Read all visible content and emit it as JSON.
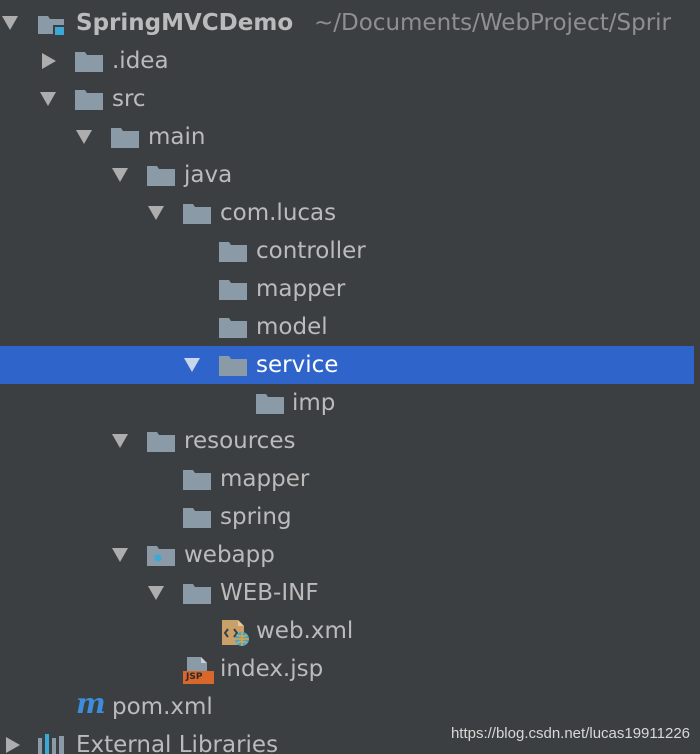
{
  "project": {
    "name": "SpringMVCDemo",
    "path": "~/Documents/WebProject/Sprir"
  },
  "tree": {
    "idea": ".idea",
    "src": "src",
    "main": "main",
    "java": "java",
    "package": "com.lucas",
    "controller": "controller",
    "mapper": "mapper",
    "model": "model",
    "service": "service",
    "imp": "imp",
    "resources": "resources",
    "res_mapper": "mapper",
    "spring": "spring",
    "webapp": "webapp",
    "webinf": "WEB-INF",
    "webxml": "web.xml",
    "indexjsp": "index.jsp",
    "pom": "pom.xml",
    "external": "External Libraries"
  },
  "icons": {
    "jsp_badge": "JSP",
    "maven": "m"
  },
  "watermark": "https://blog.csdn.net/lucas19911226",
  "colors": {
    "background": "#3c3f41",
    "selection": "#2f65ca",
    "folder": "#8a9aa6",
    "text": "#bbbbbb"
  }
}
